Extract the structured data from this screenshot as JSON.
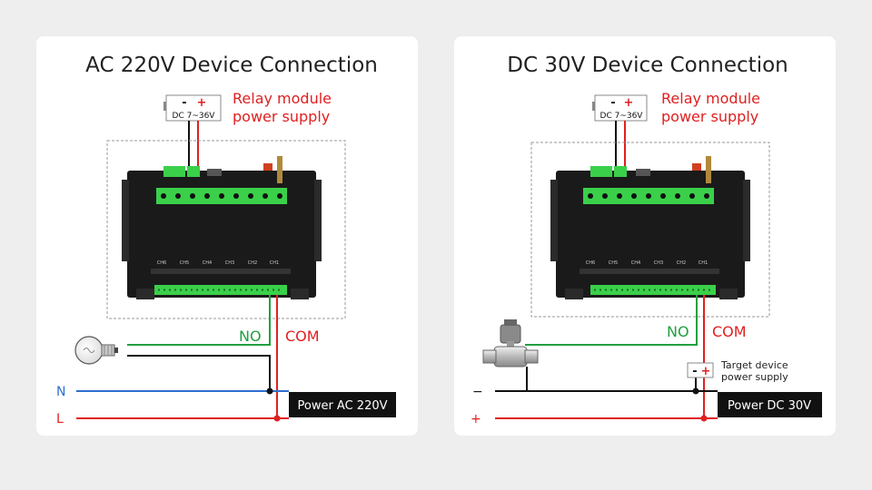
{
  "ac_panel": {
    "title": "AC 220V Device Connection",
    "supply": {
      "minus": "-",
      "plus": "+",
      "voltage": "DC 7~36V"
    },
    "supply_label_line1": "Relay module",
    "supply_label_line2": "power supply",
    "channels": [
      "CH6",
      "CH5",
      "CH4",
      "CH3",
      "CH2",
      "CH1"
    ],
    "no_label": "NO",
    "com_label": "COM",
    "line_n": "N",
    "line_l": "L",
    "power_label": "Power AC 220V"
  },
  "dc_panel": {
    "title": "DC 30V Device Connection",
    "supply": {
      "minus": "-",
      "plus": "+",
      "voltage": "DC 7~36V"
    },
    "supply_label_line1": "Relay module",
    "supply_label_line2": "power supply",
    "channels": [
      "CH6",
      "CH5",
      "CH4",
      "CH3",
      "CH2",
      "CH1"
    ],
    "no_label": "NO",
    "com_label": "COM",
    "target_minus": "-",
    "target_plus": "+",
    "target_label_line1": "Target device",
    "target_label_line2": "power supply",
    "line_minus": "−",
    "line_plus": "+",
    "power_label": "Power DC 30V"
  },
  "colors": {
    "wire_red": "#e02020",
    "wire_black": "#111111",
    "wire_green": "#20a040",
    "wire_blue": "#2e6fd0",
    "terminal_green": "#3ad04a",
    "relay_body": "#1a1a1a"
  },
  "icons": {
    "ac_device": "light-bulb-icon",
    "dc_device": "solenoid-valve-icon"
  }
}
